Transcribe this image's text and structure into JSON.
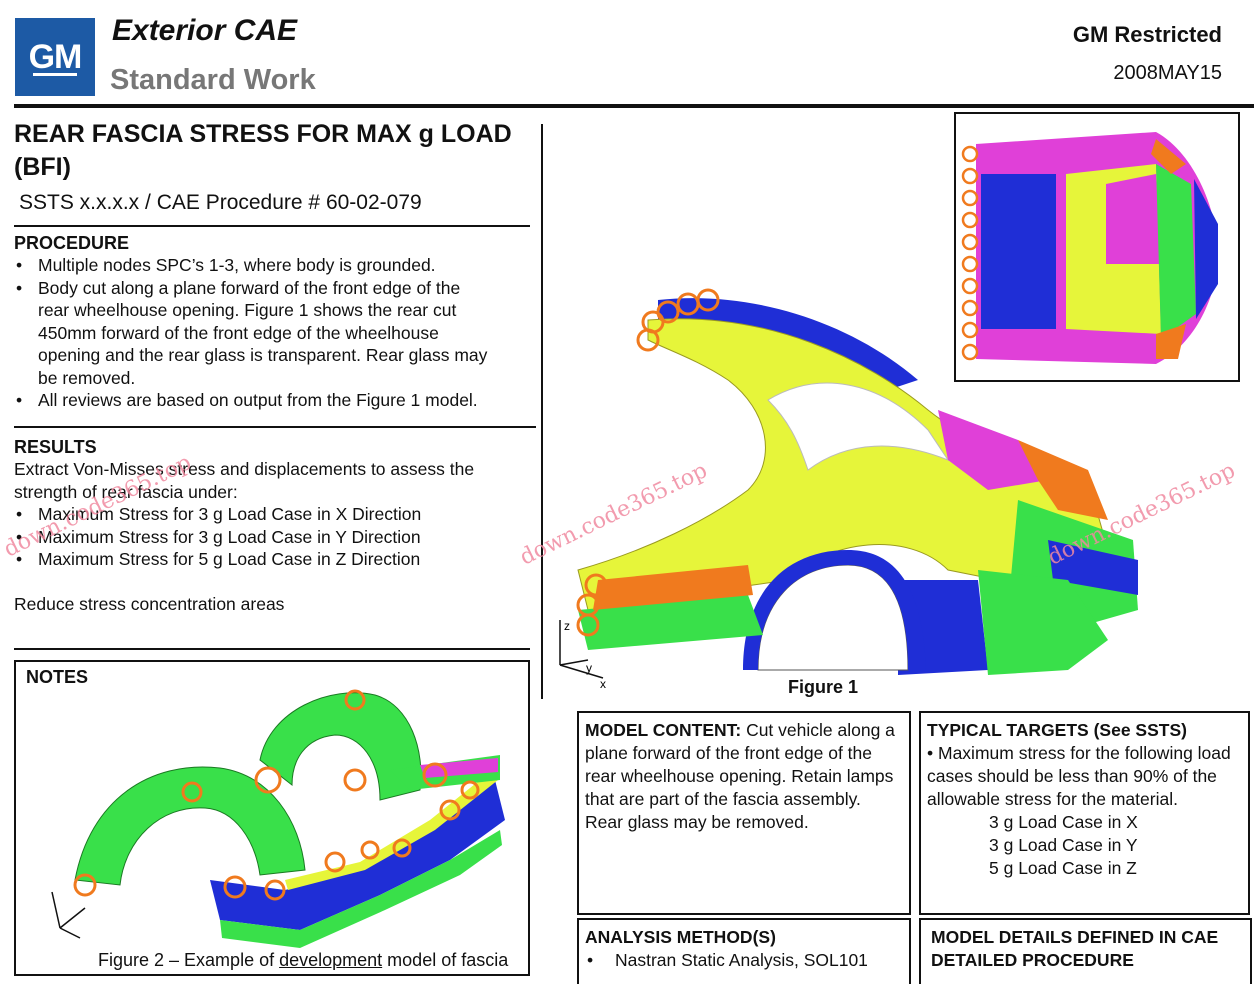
{
  "header": {
    "logo": "GM",
    "title": "Exterior CAE",
    "subtitle": "Standard Work",
    "restricted": "GM Restricted",
    "date": "2008MAY15"
  },
  "doc": {
    "title": "REAR FASCIA STRESS FOR MAX g LOAD (BFI)",
    "ssts": "SSTS x.x.x.x / CAE Procedure # 60-02-079"
  },
  "procedure": {
    "heading": "PROCEDURE",
    "items": [
      "Multiple nodes SPC’s 1-3, where body is grounded.",
      "Body cut along a plane forward of the front edge of the rear wheelhouse opening.  Figure 1 shows the rear cut 450mm forward of the front edge of the wheelhouse opening and the rear glass is transparent.  Rear glass may be removed.",
      "All reviews are based on output from the Figure 1 model."
    ]
  },
  "results": {
    "heading": "RESULTS",
    "intro": "Extract Von-Misses stress and displacements to assess the strength of rear fascia under:",
    "items": [
      "Maximum Stress for 3 g Load Case in X Direction",
      "Maximum Stress for 3 g Load Case in Y Direction",
      "Maximum Stress for 5 g Load Case in Z Direction"
    ],
    "note": "Reduce stress concentration areas"
  },
  "notes": {
    "heading": "NOTES",
    "caption_pre": "Figure 2 – Example of ",
    "caption_link": "development",
    "caption_post": " model of fascia"
  },
  "figure1": {
    "caption": "Figure 1",
    "axes": {
      "z": "z",
      "y": "y",
      "x": "x"
    }
  },
  "model_content": {
    "label": "MODEL CONTENT:",
    "text": " Cut vehicle along a plane forward of the front edge of the rear wheelhouse opening.  Retain lamps that are part of the fascia assembly. Rear glass may be removed."
  },
  "typical_targets": {
    "heading": "TYPICAL TARGETS (See SSTS)",
    "bullet": "Maximum stress for the following load cases should be less than 90% of the allowable stress for the material.",
    "cases": [
      "3 g Load Case in X",
      "3 g Load Case in Y",
      "5 g Load Case in Z"
    ]
  },
  "analysis": {
    "heading": "ANALYSIS METHOD(S)",
    "item": "Nastran Static Analysis, SOL101"
  },
  "model_details": {
    "heading": "MODEL DETAILS DEFINED IN CAE DETAILED PROCEDURE"
  },
  "watermark": {
    "text": "down.code365.top"
  },
  "colors": {
    "gm_blue": "#1d5aa5",
    "mesh_yellow": "#e6f53a",
    "mesh_green": "#39e04a",
    "mesh_blue": "#1f2ed6",
    "mesh_magenta": "#e040d8",
    "mesh_orange": "#f07a1e",
    "watermark": "#f08aa0"
  }
}
